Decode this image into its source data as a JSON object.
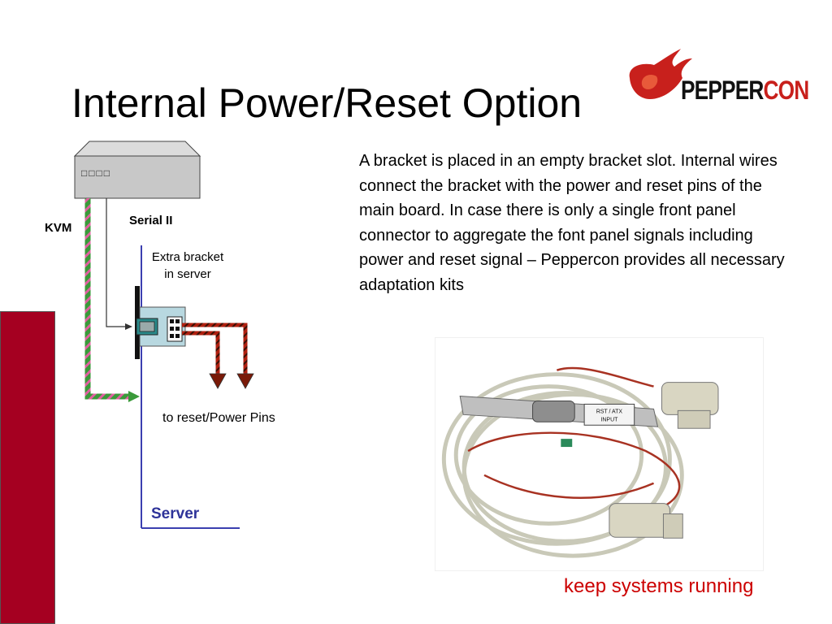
{
  "slide": {
    "title": "Internal Power/Reset Option",
    "logo": {
      "text_main": "PEPPER",
      "text_accent": "CON"
    },
    "description": "A bracket is placed in an empty bracket slot. Internal wires connect the bracket with the power and reset pins of the main board. In case there is only a  single front panel connector to aggregate the font panel signals including power and reset signal – Peppercon provides all necessary adaptation kits",
    "slogan": "keep systems running"
  },
  "diagram": {
    "kvm_label": "KVM",
    "serial_label": "Serial II",
    "bracket_label": "Extra bracket in server",
    "pins_label": "to reset/Power Pins",
    "server_label": "Server",
    "kvm_device": {
      "led_glyphs": "□□□□"
    }
  },
  "photo": {
    "sticker_line1": "RST / ATX",
    "sticker_line2": "INPUT"
  },
  "colors": {
    "accent_red": "#a50021",
    "slogan_red": "#cc0000",
    "server_blue": "#2e3399",
    "kvm_cable_green": "#3a9a3a",
    "kvm_cable_pink": "#e060a0",
    "wire_red": "#b02010",
    "bracket_teal": "#2a8a8a"
  }
}
